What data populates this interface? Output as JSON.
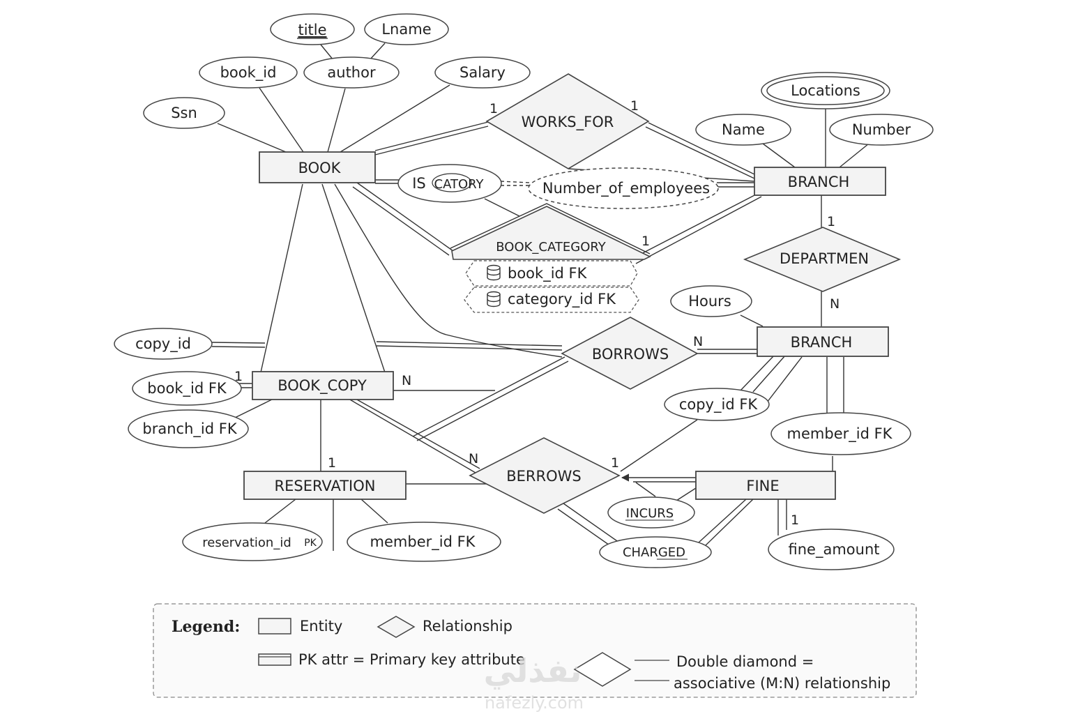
{
  "entities": {
    "book": "BOOK",
    "branch_top": "BRANCH",
    "branch_mid": "BRANCH",
    "book_copy": "BOOK_COPY",
    "reservation": "RESERVATION",
    "fine": "FINE"
  },
  "relationships": {
    "works_for": "WORKS_FOR",
    "is_catory_prefix": "IS",
    "is_catory_suffix": "CATORY",
    "departmen": "DEPARTMEN",
    "borrows": "BORROWS",
    "berrows": "BERROWS",
    "book_category": "BOOK_CATEGORY"
  },
  "attributes": {
    "title": "title",
    "lname": "Lname",
    "book_id": "book_id",
    "author": "author",
    "salary": "Salary",
    "ssn": "Ssn",
    "locations": "Locations",
    "name": "Name",
    "number": "Number",
    "number_of_employees": "Number_of_employees",
    "hours": "Hours",
    "copy_id": "copy_id",
    "book_id_fk": "book_id FK",
    "branch_id_fk": "branch_id FK",
    "copy_id_fk": "copy_id FK",
    "member_id_fk_branch": "member_id  FK",
    "incurs": "INCURS",
    "charged": "CHARGED",
    "fine_amount": "fine_amount",
    "reservation_id_pk": "reservation_id",
    "reservation_pk_suffix": "PK",
    "member_id_fk_res": "member_id  FK"
  },
  "book_category_fields": [
    "book_id  FK",
    "category_id  FK"
  ],
  "cardinalities": {
    "works_for_book": "1",
    "works_for_branch": "1",
    "book_category_branch": "1",
    "departmen_top": "1",
    "departmen_bottom": "N",
    "borrows_branch": "N",
    "book_copy_bookid": "1",
    "book_copy_right": "N",
    "reservation_top": "1",
    "berrows_left": "N",
    "berrows_right": "1",
    "fine_amount": "1"
  },
  "legend": {
    "title": "Legend:",
    "entity": "Entity",
    "relationship": "Relationship",
    "pk_attr": "PK attr = Primary key attribute",
    "double_diamond_line1": "Double diamond =",
    "double_diamond_line2": "associative (M:N) relationship"
  },
  "watermark": {
    "arabic": "نفذلي",
    "latin": "nafezly.com"
  }
}
